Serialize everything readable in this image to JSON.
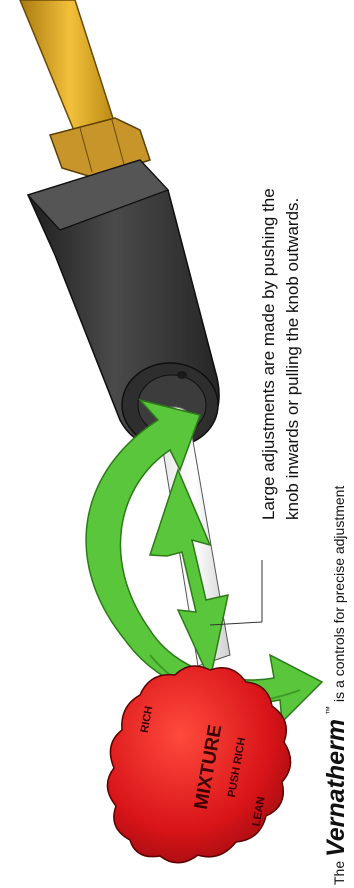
{
  "callout": {
    "line1": "Large adjustments are made by pushing the",
    "line2": "knob inwards or pulling the knob outwards."
  },
  "caption": {
    "lead": "The ",
    "name": "Vernatherm",
    "tm": "™",
    "rest": " is a controls for precise adjustment"
  },
  "knob": {
    "label_main": "MIXTURE",
    "label_sub": "PUSH RICH",
    "label_top": "RICH",
    "label_bottom": "LEAN"
  },
  "colors": {
    "pipe": "#d9a21c",
    "nut": "#b8871d",
    "housing": "#3a3a3a",
    "arrow": "#58c83a",
    "knob": "#e0161b"
  },
  "icons": {
    "rotate": "curved-rotation-arrow",
    "push_pull": "double-headed-arrow"
  }
}
